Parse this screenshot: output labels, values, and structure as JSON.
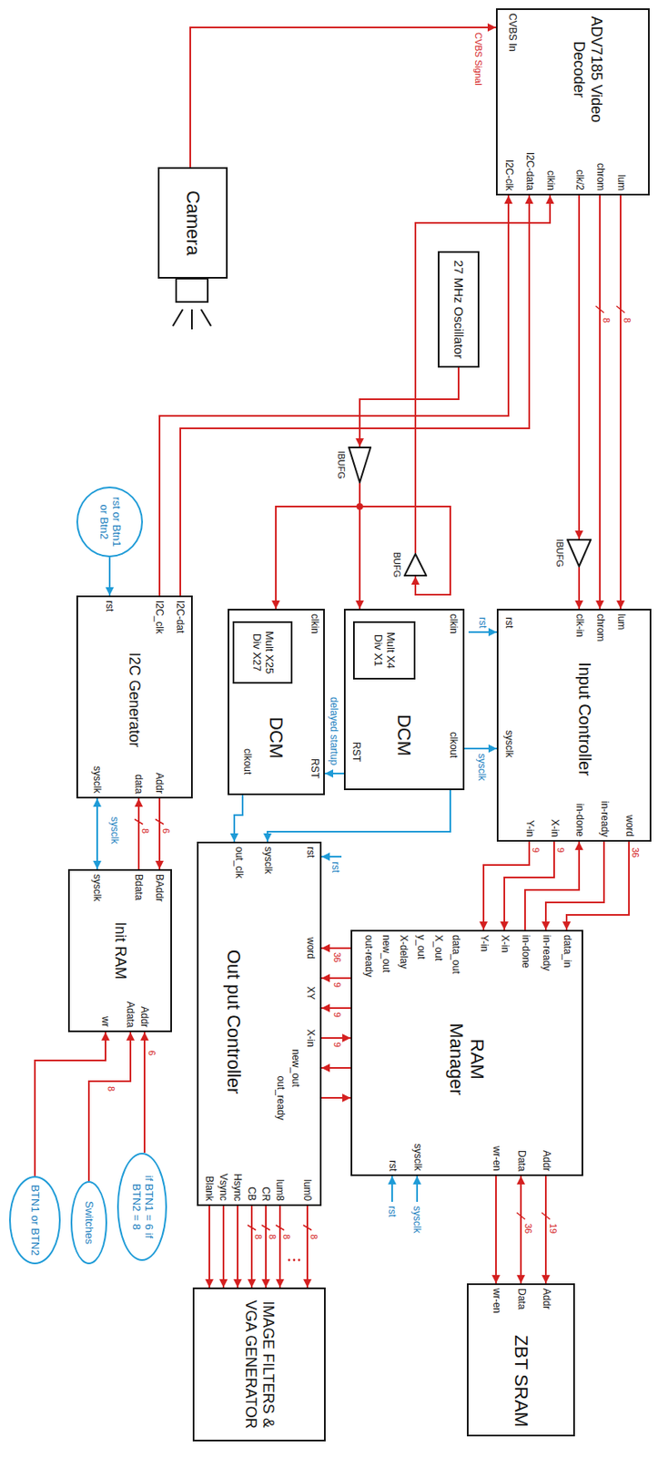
{
  "diagram": {
    "nodes": [
      {
        "text": [
          "Camera"
        ]
      },
      {
        "text": [
          "ADV7185 Video Decoder"
        ]
      },
      {
        "text": [
          "27 MHz Oscillator"
        ]
      },
      {
        "text": [
          "IBUFG"
        ]
      },
      {
        "text": [
          "BUFG"
        ]
      },
      {
        "text": [
          "IBUFG"
        ]
      },
      {
        "text": [
          "Input Controller"
        ]
      },
      {
        "text": [
          "DCM"
        ]
      },
      {
        "text": [
          "Mult X4 Div X1"
        ],
        "in": 7
      },
      {
        "text": [
          "DCM"
        ]
      },
      {
        "text": [
          "Mult X25 Div X27"
        ],
        "in": 9
      },
      {
        "text": [
          "rst or Btn1 or Btn2"
        ]
      },
      {
        "text": [
          "I2C Generator"
        ]
      },
      {
        "text": [
          "RAM Manager"
        ]
      },
      {
        "text": [
          "ZBT SRAM"
        ]
      },
      {
        "text": [
          "Out put Controller"
        ]
      },
      {
        "text": [
          "Init RAM"
        ]
      },
      {
        "text": [
          "IMAGE FILTERS & VGA GENERATOR"
        ]
      },
      {
        "text": [
          "if BTN1 = 6 if BTN2 = 8"
        ]
      },
      {
        "text": [
          "Switches"
        ]
      },
      {
        "text": [
          "BTN1 or BTN2"
        ]
      }
    ],
    "edges": [
      {
        "from": 0,
        "to": 1,
        "arrow": "to",
        "label": "CVBS Signal"
      },
      {
        "from": 2,
        "to": 3,
        "arrow": "to"
      },
      {
        "from": 3,
        "to": 7,
        "arrow": "to"
      },
      {
        "from": 3,
        "to": 4,
        "arrow": "to"
      },
      {
        "from": 4,
        "to": 1,
        "arrow": "to"
      },
      {
        "from": 3,
        "to": 9,
        "arrow": "to"
      },
      {
        "from": 1,
        "to": 5,
        "arrow": "to"
      },
      {
        "from": 5,
        "to": 6,
        "arrow": "to"
      },
      {
        "from": 1,
        "to": 6,
        "arrow": "to",
        "label": "8"
      },
      {
        "from": 1,
        "to": 6,
        "arrow": "to",
        "label": "8"
      },
      {
        "from": 12,
        "to": 1,
        "arrow": "to"
      },
      {
        "from": 12,
        "to": 1,
        "arrow": "to"
      },
      {
        "from": 6,
        "to": 13,
        "arrow": "to",
        "label": "36"
      },
      {
        "from": 6,
        "to": 13,
        "arrow": "to"
      },
      {
        "from": 13,
        "to": 6,
        "arrow": "to"
      },
      {
        "from": 6,
        "to": 13,
        "arrow": "to",
        "label": "9"
      },
      {
        "from": 6,
        "to": 13,
        "arrow": "to",
        "label": "9"
      },
      {
        "from": 7,
        "to": 6,
        "arrow": "to",
        "label": "sysclk"
      },
      {
        "from": 7,
        "to": 9,
        "arrow": "to",
        "label": "delayed startup"
      },
      {
        "from": 7,
        "to": 15,
        "arrow": "to"
      },
      {
        "from": 9,
        "to": 15,
        "arrow": "to"
      },
      {
        "from": 13,
        "to": 15,
        "arrow": "to",
        "label": "36"
      },
      {
        "from": 13,
        "to": 15,
        "arrow": "to",
        "label": "9"
      },
      {
        "from": 13,
        "to": 15,
        "arrow": "to",
        "label": "9"
      },
      {
        "from": 15,
        "to": 13,
        "arrow": "to",
        "label": "9"
      },
      {
        "from": 13,
        "to": 15,
        "arrow": "to"
      },
      {
        "from": 15,
        "to": 13,
        "arrow": "to"
      },
      {
        "from": 13,
        "to": 14,
        "arrow": "to",
        "label": "19"
      },
      {
        "from": 13,
        "to": 14,
        "arrow": "both",
        "label": "36"
      },
      {
        "from": 13,
        "to": 14,
        "arrow": "to"
      },
      {
        "from": 12,
        "to": 16,
        "arrow": "to",
        "label": "6"
      },
      {
        "from": 16,
        "to": 12,
        "arrow": "to",
        "label": "8"
      },
      {
        "from": 15,
        "to": 17,
        "arrow": "to",
        "label": "8"
      },
      {
        "from": 15,
        "to": 17,
        "arrow": "to",
        "label": "8"
      },
      {
        "from": 15,
        "to": 17,
        "arrow": "to",
        "label": "8"
      },
      {
        "from": 15,
        "to": 17,
        "arrow": "to",
        "label": "8"
      },
      {
        "from": 15,
        "to": 17,
        "arrow": "to"
      },
      {
        "from": 15,
        "to": 17,
        "arrow": "to"
      },
      {
        "from": 15,
        "to": 17,
        "arrow": "to"
      },
      {
        "from": 11,
        "to": 12,
        "arrow": "to"
      },
      {
        "from": 20,
        "to": 16,
        "arrow": "to"
      },
      {
        "from": 19,
        "to": 16,
        "arrow": "to",
        "label": "8"
      },
      {
        "from": 18,
        "to": 16,
        "arrow": "to",
        "label": "6"
      }
    ],
    "labels": [
      "CVBS In",
      "lum",
      "chrom",
      "clk/2",
      "clkin",
      "I2C-data",
      "I2C-clk",
      "lum",
      "chrom",
      "clk-in",
      "rst",
      "sysclk",
      "word",
      "in-ready",
      "in-done",
      "X-in",
      "Y-in",
      "clkin",
      "clkout",
      "RST",
      "clkin",
      "RST",
      "clkout",
      "data_in",
      "in-ready",
      "in-done",
      "X-in",
      "Y-in",
      "data_out",
      "X_out",
      "y_out",
      "X-delay",
      "new_out",
      "out-ready",
      "Addr",
      "Data",
      "wr-en",
      "sysclk",
      "rst",
      "Addr",
      "Data",
      "wr-en",
      "rst",
      "sysclk",
      "out_clk",
      "word",
      "XY",
      "X-in",
      "new_out",
      "out_ready",
      "lum0",
      "lum8",
      "CR",
      "CB",
      "Hsync",
      "Vsync",
      "Blank",
      "I2C-dat",
      "I2C_clk",
      "rst",
      "Addr",
      "data",
      "sysclk",
      "BAddr",
      "Bdata",
      "sysclk",
      "Addr",
      "Adata",
      "wr",
      "rst",
      "rst",
      "sysclk",
      "rst",
      "sysclk"
    ]
  }
}
